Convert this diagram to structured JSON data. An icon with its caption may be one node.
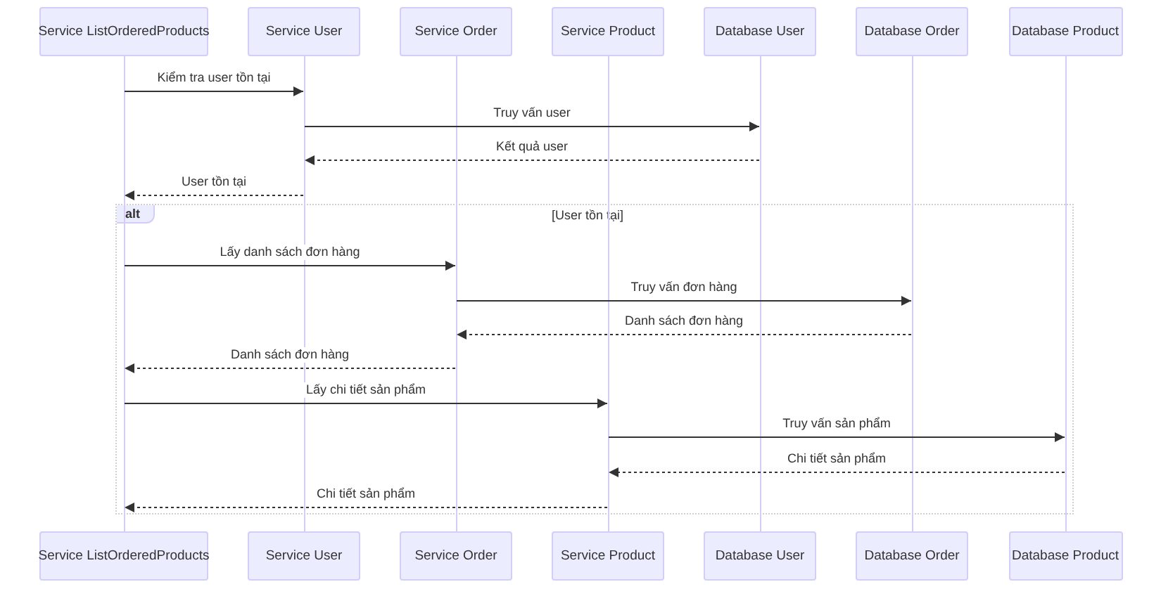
{
  "diagram": {
    "nodes": [
      {
        "text": [
          "Service ListOrderedProducts"
        ]
      },
      {
        "text": [
          "Service User"
        ]
      },
      {
        "text": [
          "Service Order"
        ]
      },
      {
        "text": [
          "Service Product"
        ]
      },
      {
        "text": [
          "Database User"
        ]
      },
      {
        "text": [
          "Database Order"
        ]
      },
      {
        "text": [
          "Database Product"
        ]
      },
      {
        "text": [],
        "shape": "bar"
      },
      {
        "text": [],
        "shape": "bar"
      },
      {
        "text": [],
        "shape": "bar"
      },
      {
        "text": [],
        "shape": "bar"
      },
      {
        "text": [],
        "shape": "bar"
      },
      {
        "text": [],
        "shape": "bar"
      },
      {
        "text": [],
        "shape": "bar"
      },
      {
        "text": [
          "Service ListOrderedProducts"
        ]
      },
      {
        "text": [
          "Service User"
        ]
      },
      {
        "text": [
          "Service Order"
        ]
      },
      {
        "text": [
          "Service Product"
        ]
      },
      {
        "text": [
          "Database User"
        ]
      },
      {
        "text": [
          "Database Order"
        ]
      },
      {
        "text": [
          "Database Product"
        ]
      }
    ],
    "labels": [
      "alt",
      "[User tồn tại]"
    ],
    "edges": [
      {
        "from": 7,
        "to": 8,
        "arrow": "to",
        "label": "Kiểm tra user tồn tại"
      },
      {
        "from": 8,
        "to": 11,
        "arrow": "to",
        "label": "Truy vấn user"
      },
      {
        "from": 11,
        "to": 8,
        "arrow": "to",
        "label": "Kết quả user",
        "style": "dashed"
      },
      {
        "from": 8,
        "to": 7,
        "arrow": "to",
        "label": "User tồn tại",
        "style": "dashed"
      },
      {
        "from": 7,
        "to": 9,
        "arrow": "to",
        "label": "Lấy danh sách đơn hàng"
      },
      {
        "from": 9,
        "to": 12,
        "arrow": "to",
        "label": "Truy vấn đơn hàng"
      },
      {
        "from": 12,
        "to": 9,
        "arrow": "to",
        "label": "Danh sách đơn hàng",
        "style": "dashed"
      },
      {
        "from": 9,
        "to": 7,
        "arrow": "to",
        "label": "Danh sách đơn hàng",
        "style": "dashed"
      },
      {
        "from": 7,
        "to": 10,
        "arrow": "to",
        "label": "Lấy chi tiết sản phẩm"
      },
      {
        "from": 10,
        "to": 13,
        "arrow": "to",
        "label": "Truy vấn sản phẩm"
      },
      {
        "from": 13,
        "to": 10,
        "arrow": "to",
        "label": "Chi tiết sản phẩm",
        "style": "dashed"
      },
      {
        "from": 10,
        "to": 7,
        "arrow": "to",
        "label": "Chi tiết sản phẩm",
        "style": "dashed"
      }
    ]
  }
}
